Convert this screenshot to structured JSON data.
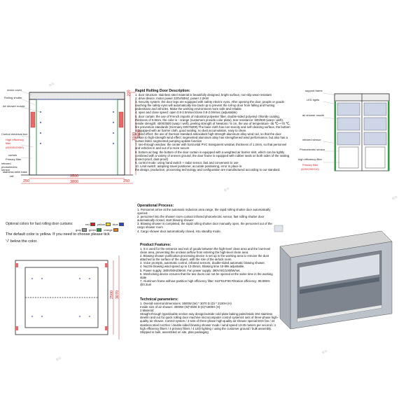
{
  "left_labels": {
    "motor_cover": "motor cover",
    "rolling_shutter": "Rolling shutter",
    "air_shower_nozzle": "Air shower nozzle",
    "control_electrical_box": "Control electrical box",
    "high_efficiency_filter": "High efficiency filter",
    "high_filter_size": "(610X610X69)",
    "curtain": "curtain",
    "primary_filter": "Primary filter",
    "infrared_photoelectric_sensor": "infrared photoelectric sensor",
    "stainless_steel_base": "stainless steel base",
    "rail": "rail"
  },
  "left_dims": {
    "top": "200",
    "height_a": "3100",
    "height_b": "2800",
    "width_inner": "3500",
    "width_total": "3800",
    "side_left": "250",
    "side_right": "250"
  },
  "right_labels": {
    "support_frame": "support frame",
    "led_lights": "LED lights",
    "air_shower_nozzle": "air shower nozzle",
    "infrared_sensor": "infrared sensor",
    "photoelectric_sensor": "Photoelectric sensor",
    "high_efficiency_filter": "high efficiency filter",
    "primary_filter": "Primary filter",
    "primary_filter_size": "(625X255X10)"
  },
  "description": {
    "heading": "Rapid Rolling Door Description:",
    "items": [
      "1. door structure: stainless steel material is beautifully designed, bright surface, non-slip wear-resistant",
      "2. drive device: motor power 220V/50HZ, power 2.2KW",
      "3. Security system: the door legs are equipped with safety electric eyes. After opening the door, people or goods touching the safety eyes will automatically rise back up to prevent the roll-up door from falling and hurting pedestrians and vehicles. Make the working environment more safe and reliable",
      "4. open and close speed: open 0.8-2.5m/sec/close 0.8-2.0m/sec (adjustable)",
      "5. door curtain: the use of French imports of industrial polyester fiber, double-sided polyvinyl chloride coating, thickness of 0.8mm, the color is - orange (customers provide color plate), tear resistance: 600/600 (warp / weft), tensile strength: 4000/3500 (warp / weft), peeling strength of Newtons / 5 cm, the use of temperature -35 ℃~+70 ℃, fire prevention standards (Germany DIN75300) The base cloth has non-toxicity and self-cleaning surface, the bottom is equipped with air barrier cloth, good sealing, no dust accumulation, easy to clean.",
      "6. wind effect: the use of German standard antioxidant high-strength aluminum alloy wind rod, so that the door curtain to high-strength wind effect; segmented aluminum alloy has strengthened wind performance, but also has a curtain fabric segmented pumping update function",
      "7. see-through window: the center with horizontal PVC transparent window, thickness of 1.2mm, so that personnel and vehicles in and out of a more secure",
      "8. bottom air bag: the bottom of the door curtain is equipped with a weighted air barrier skirt, which can be tightly combined with a variety of uneven ground; the door frame is equipped with rubber seals on both sides of the sealing (insect-proof, dust-proof)",
      "9. control mode: using hand switch + radar sensor, fast and convenient to use",
      "10. Limit switch: adopting travel positioner, accurate positioning, error in place in",
      "the design, production, processing technology and configuration are manufactured according to our standard."
    ]
  },
  "colors_section": {
    "title": "Optional colors for fast rolling door curtains:",
    "note": "The default color is yellow. If you need to choose please tick",
    "note2": "'√' below the color.",
    "options": [
      {
        "name": "red",
        "color": "#d62020"
      },
      {
        "name": "yellow",
        "color": "#f2d21b"
      },
      {
        "name": "blue",
        "color": "#2b45c9"
      },
      {
        "name": "gray",
        "color": "#9a9a9a"
      },
      {
        "name": "green",
        "color": "#26a33a"
      },
      {
        "name": "orange",
        "color": "#f07a12"
      }
    ]
  },
  "plan_dims": {
    "depth_a": "2500",
    "depth_b": "3070"
  },
  "operational": {
    "heading": "Operational Process:",
    "items": [
      "1. Personnel arrive at the automatic induction area range, the rapid rolling shutter door automatically opened.",
      "2. personnel into the shower room contact infrared photoelectric sensor, fast rolling shutter door automatically closed, start blowing shower",
      "3. Blowing shower is completed, the rapid rolling shutter door manually open, the personnel out of the cargo shower room",
      "4. Cargo shower door automatically closed, into standby mode."
    ]
  },
  "features": {
    "heading": "Product Features:",
    "items": [
      "1. It is used for the entrance and exit of goods between the high-level clean area and the low-level clean area, preventing the unclean airflow from entering the high-level clean area.",
      "2. Blowing shower purification processing device is set up in the working area to remove the dust attached to the surface of the object, with the role of the airlock room.",
      "3. Voice prompts, automatic control, infrared sensors, double-sided automatic blowing shower.",
      "4. Nozzle blowing wind speed up to 13-25m/s. Blowing time 10-99s adjustable.",
      "5. Power supply: 380V/50HZ/6KW. Fan power supply: 380V/4G/1000W/set.",
      "6. Interlocking device ensures that the two doors can not be opened at the same time in the working state",
      "7. Aluminum frame without partition high efficiency filter: 610*610*69 Filtration efficiency: 99.995% @0.3um"
    ]
  },
  "technical": {
    "heading": "Technical parameters:",
    "items": [
      "1. Overall external dimensions: 3500W (W) * 3070 D (D) * 2100H (H)",
      "Inside size of air shower: 3000W (W)*2500 D (D)*1800H (H)",
      "2.Material:",
      "Straight through type/double section way design/outside cold plate baking paint/inside 304 stainless steel/in and out for quick rolling door machine microcomputer control system/4 sets of three-phase high-quality air shower. Control system / 4 sets of three-phase high-quality air shower special DSX fan / 24 stainless steel nozzles / double-sided blowing shower mode / wind speed 13-25 meters per second / 4 high efficiency filters / 4 primary filters / 4 LED lighting / using the customer ground / bulk assembly. Shipped in bulk, assembled on site, plan packaging"
    ]
  },
  "watermark": "集联"
}
